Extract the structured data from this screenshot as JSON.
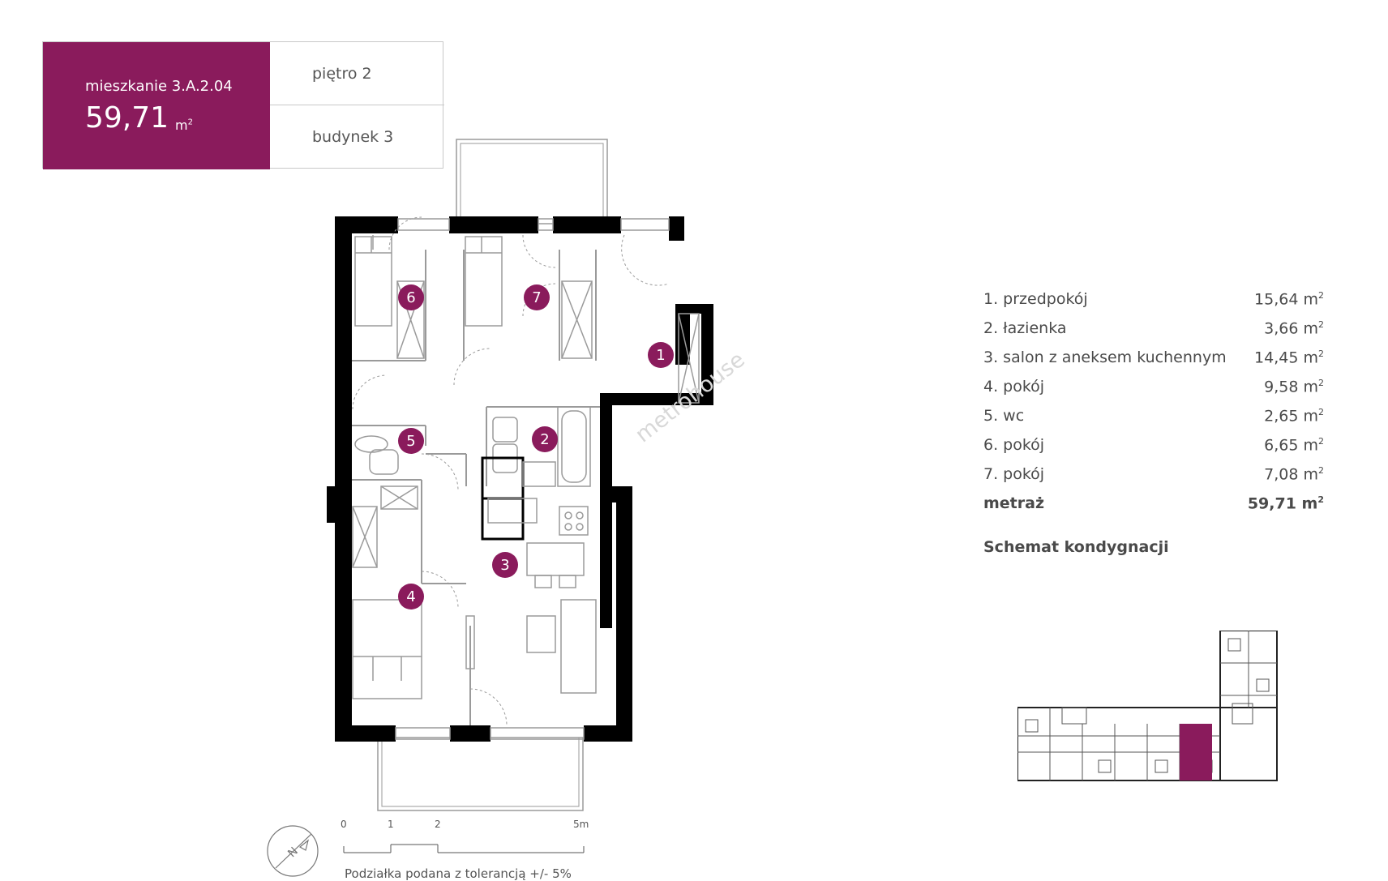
{
  "header": {
    "apartment_label": "mieszkanie 3.A.2.04",
    "area_value": "59,71",
    "area_unit": "m",
    "area_unit_sup": "2",
    "floor_label": "piętro 2",
    "building_label": "budynek 3"
  },
  "plan": {
    "room_markers": [
      "1",
      "2",
      "3",
      "4",
      "5",
      "6",
      "7"
    ]
  },
  "rooms": [
    {
      "name": "1. przedpokój",
      "area": "15,64 m",
      "sup": "2"
    },
    {
      "name": "2. łazienka",
      "area": "3,66 m",
      "sup": "2"
    },
    {
      "name": "3. salon z aneksem kuchennym",
      "area": "14,45 m",
      "sup": "2"
    },
    {
      "name": "4. pokój",
      "area": "9,58 m",
      "sup": "2"
    },
    {
      "name": "5. wc",
      "area": "2,65 m",
      "sup": "2"
    },
    {
      "name": "6. pokój",
      "area": "6,65 m",
      "sup": "2"
    },
    {
      "name": "7. pokój",
      "area": "7,08 m",
      "sup": "2"
    }
  ],
  "total": {
    "name": "metraż",
    "area": "59,71 m",
    "sup": "2"
  },
  "schema_title": "Schemat kondygnacji",
  "scale": {
    "ticks": [
      "0",
      "1",
      "2",
      "5m"
    ],
    "note": "Podziałka podana z tolerancją +/- 5%"
  },
  "watermark": "metrohouse",
  "colors": {
    "accent": "#8a1b5c",
    "wall": "#000000",
    "line": "#9a9a9a"
  }
}
